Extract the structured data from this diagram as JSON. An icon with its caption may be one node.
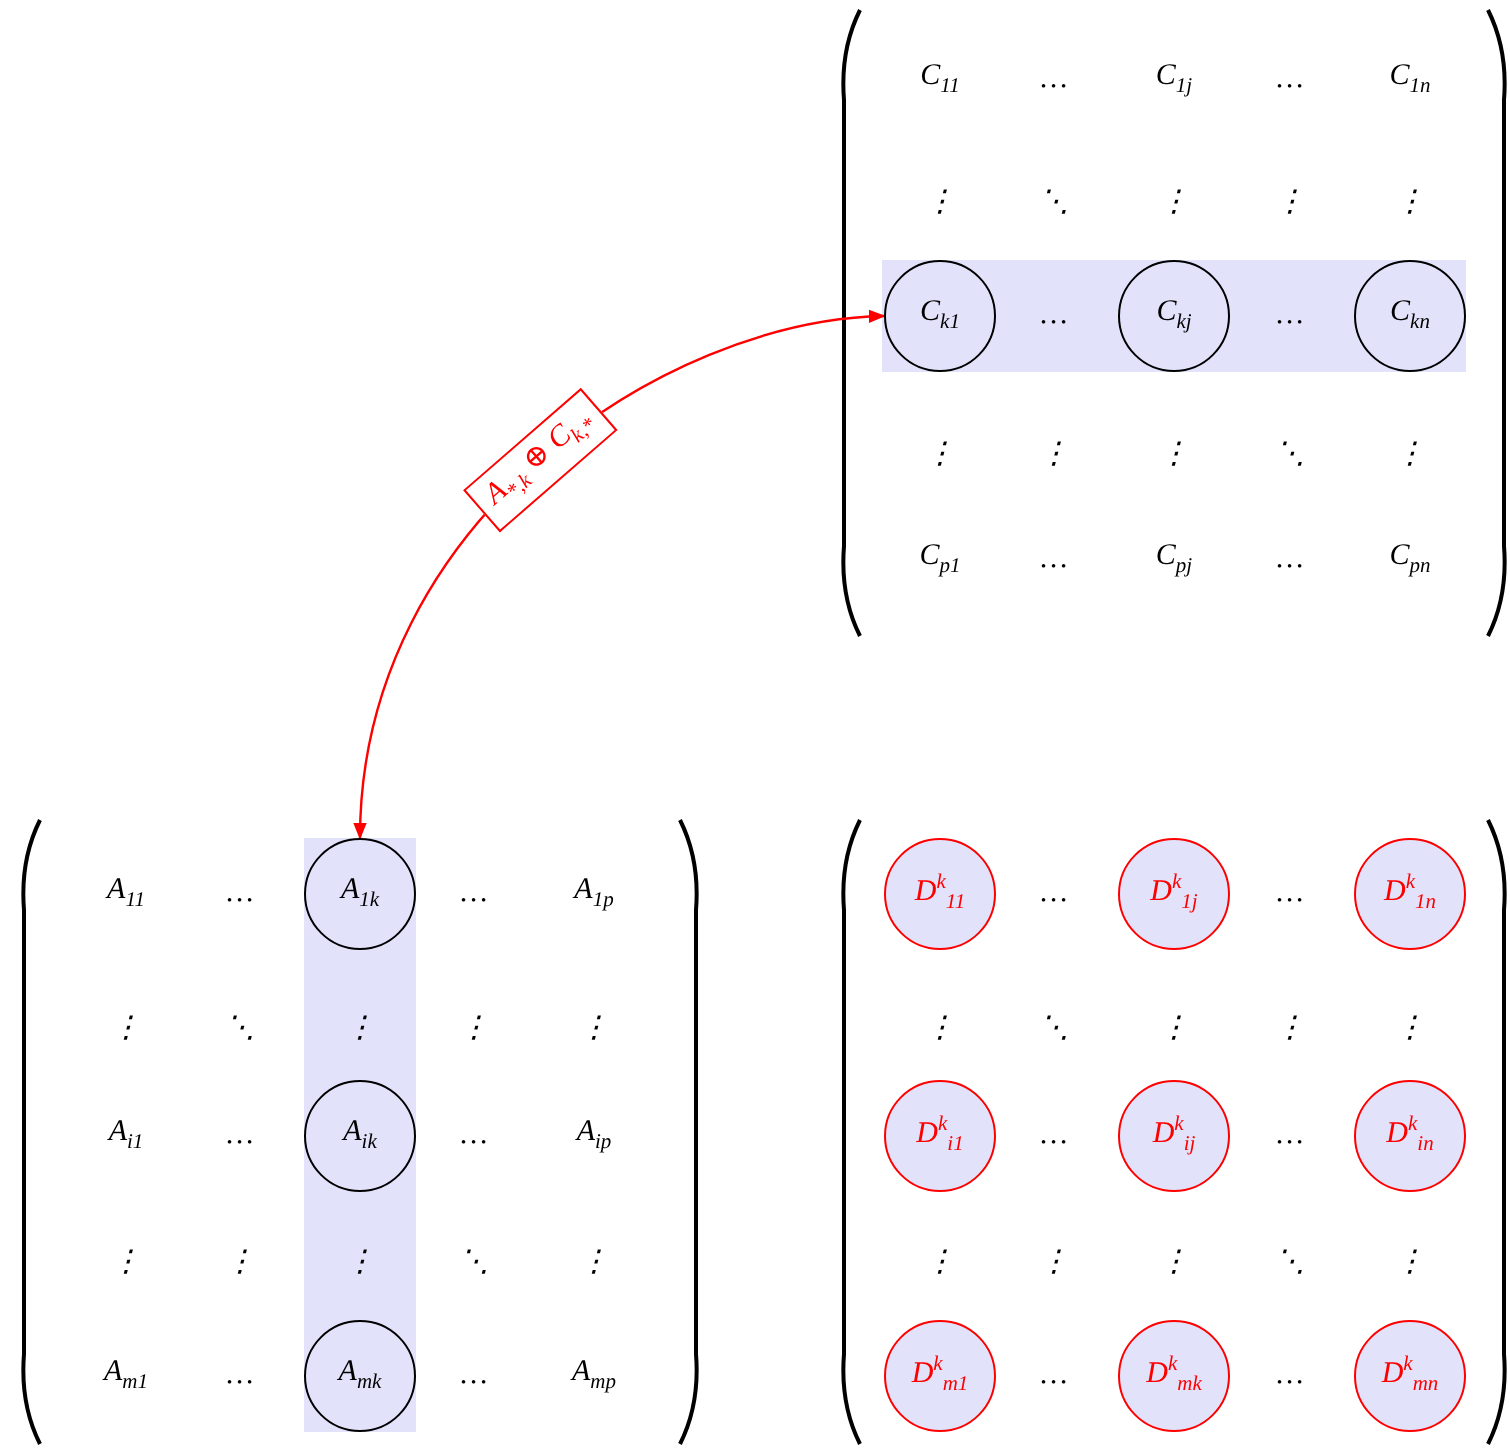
{
  "diagram": {
    "nodes": [
      {
        "text": [
          "C$_{k1}$"
        ]
      },
      {
        "text": [
          "C$_{kj}$"
        ]
      },
      {
        "text": [
          "C$_{kn}$"
        ]
      },
      {
        "text": [
          "A$_{1k}$"
        ]
      },
      {
        "text": [
          "A$_{ik}$"
        ]
      },
      {
        "text": [
          "A$_{mk}$"
        ]
      },
      {
        "text": [
          "D$^{k}$$_{11}$"
        ]
      },
      {
        "text": [
          "D$^{k}$$_{1j}$"
        ]
      },
      {
        "text": [
          "D$^{k}$$_{1n}$"
        ]
      },
      {
        "text": [
          "D$^{k}$$_{i1}$"
        ]
      },
      {
        "text": [
          "D$^{k}$$_{ij}$"
        ]
      },
      {
        "text": [
          "D$^{k}$$_{in}$"
        ]
      },
      {
        "text": [
          "D$^{k}$$_{m1}$"
        ]
      },
      {
        "text": [
          "D$^{k}$$_{mk}$"
        ]
      },
      {
        "text": [
          "D$^{k}$$_{mn}$"
        ]
      }
    ],
    "edges": [
      {
        "from": 0,
        "to": 3,
        "arrow": "both",
        "label": "A$_{*,k}$ ⊕ C$_{k,*}$",
        "color": "#ff0000"
      }
    ],
    "labels": [
      "C$_{11}$",
      "…",
      "C$_{1j}$",
      "…",
      "C$_{1n}$",
      "⋮",
      "⋱",
      "⋮",
      "⋮",
      "⋮",
      "…",
      "…",
      "⋮",
      "⋮",
      "⋮",
      "⋱",
      "⋮",
      "C$_{p1}$",
      "…",
      "C$_{pj}$",
      "…",
      "C$_{pn}$",
      "A$_{11}$",
      "…",
      "…",
      "A$_{1p}$",
      "⋮",
      "⋱",
      "⋮",
      "⋮",
      "⋮",
      "A$_{i1}$",
      "…",
      "…",
      "A$_{ip}$",
      "⋮",
      "⋮",
      "⋮",
      "⋱",
      "⋮",
      "A$_{m1}$",
      "…",
      "…",
      "A$_{mp}$",
      "…",
      "…",
      "⋮",
      "⋱",
      "⋮",
      "⋮",
      "⋮",
      "…",
      "…",
      "⋮",
      "⋮",
      "⋮",
      "⋱",
      "⋮",
      "…",
      "…"
    ]
  }
}
